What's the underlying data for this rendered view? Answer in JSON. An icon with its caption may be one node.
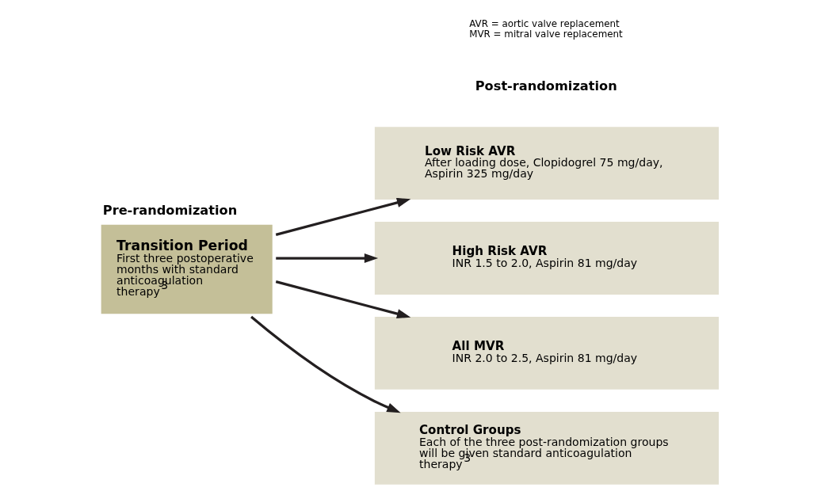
{
  "diagram": {
    "nodes": [
      {
        "text": [
          "Pre-randomization",
          "Transition Period",
          "First three postoperative months with standard anticoagulation therapy$^{3}$"
        ]
      },
      {
        "text": [
          "Low Risk AVR",
          "After loading dose, Clopidogrel 75 mg/day, Aspirin 325 mg/day"
        ]
      },
      {
        "text": [
          "High Risk AVR",
          "INR 1.5 to 2.0, Aspirin 81 mg/day"
        ]
      },
      {
        "text": [
          "All MVR",
          "INR 2.0 to 2.5, Aspirin 81 mg/day"
        ]
      },
      {
        "text": [
          "Control Groups",
          "Each of the three post-randomization groups will be given standard anticoagulation therapy$^{3}$"
        ]
      }
    ],
    "edges": [
      {
        "from": 0,
        "to": 1,
        "arrow": "to"
      },
      {
        "from": 0,
        "to": 2,
        "arrow": "to"
      },
      {
        "from": 0,
        "to": 3,
        "arrow": "to"
      },
      {
        "from": 0,
        "to": 4,
        "arrow": "to"
      }
    ],
    "labels": [
      "Post-randomization",
      "AVR = aortic valve replacement",
      "MVR = mitral valve replacement"
    ]
  }
}
